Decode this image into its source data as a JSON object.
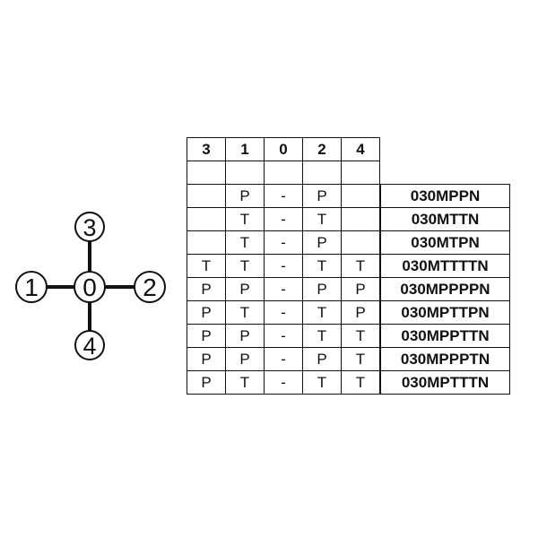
{
  "switch_positions": {
    "center": "0",
    "top": "3",
    "left": "1",
    "right": "2",
    "bottom": "4"
  },
  "table": {
    "headers": [
      "3",
      "1",
      "0",
      "2",
      "4"
    ],
    "rows": [
      {
        "cells": [
          "",
          "P",
          "-",
          "P",
          ""
        ],
        "code": "030MPPN"
      },
      {
        "cells": [
          "",
          "T",
          "-",
          "T",
          ""
        ],
        "code": "030MTTN"
      },
      {
        "cells": [
          "",
          "T",
          "-",
          "P",
          ""
        ],
        "code": "030MTPN"
      },
      {
        "cells": [
          "T",
          "T",
          "-",
          "T",
          "T"
        ],
        "code": "030MTTTTN"
      },
      {
        "cells": [
          "P",
          "P",
          "-",
          "P",
          "P"
        ],
        "code": "030MPPPPN"
      },
      {
        "cells": [
          "P",
          "T",
          "-",
          "T",
          "P"
        ],
        "code": "030MPTTPN"
      },
      {
        "cells": [
          "P",
          "P",
          "-",
          "T",
          "T"
        ],
        "code": "030MPPTTN"
      },
      {
        "cells": [
          "P",
          "P",
          "-",
          "P",
          "T"
        ],
        "code": "030MPPPTN"
      },
      {
        "cells": [
          "P",
          "T",
          "-",
          "T",
          "T"
        ],
        "code": "030MPTTTN"
      }
    ]
  }
}
